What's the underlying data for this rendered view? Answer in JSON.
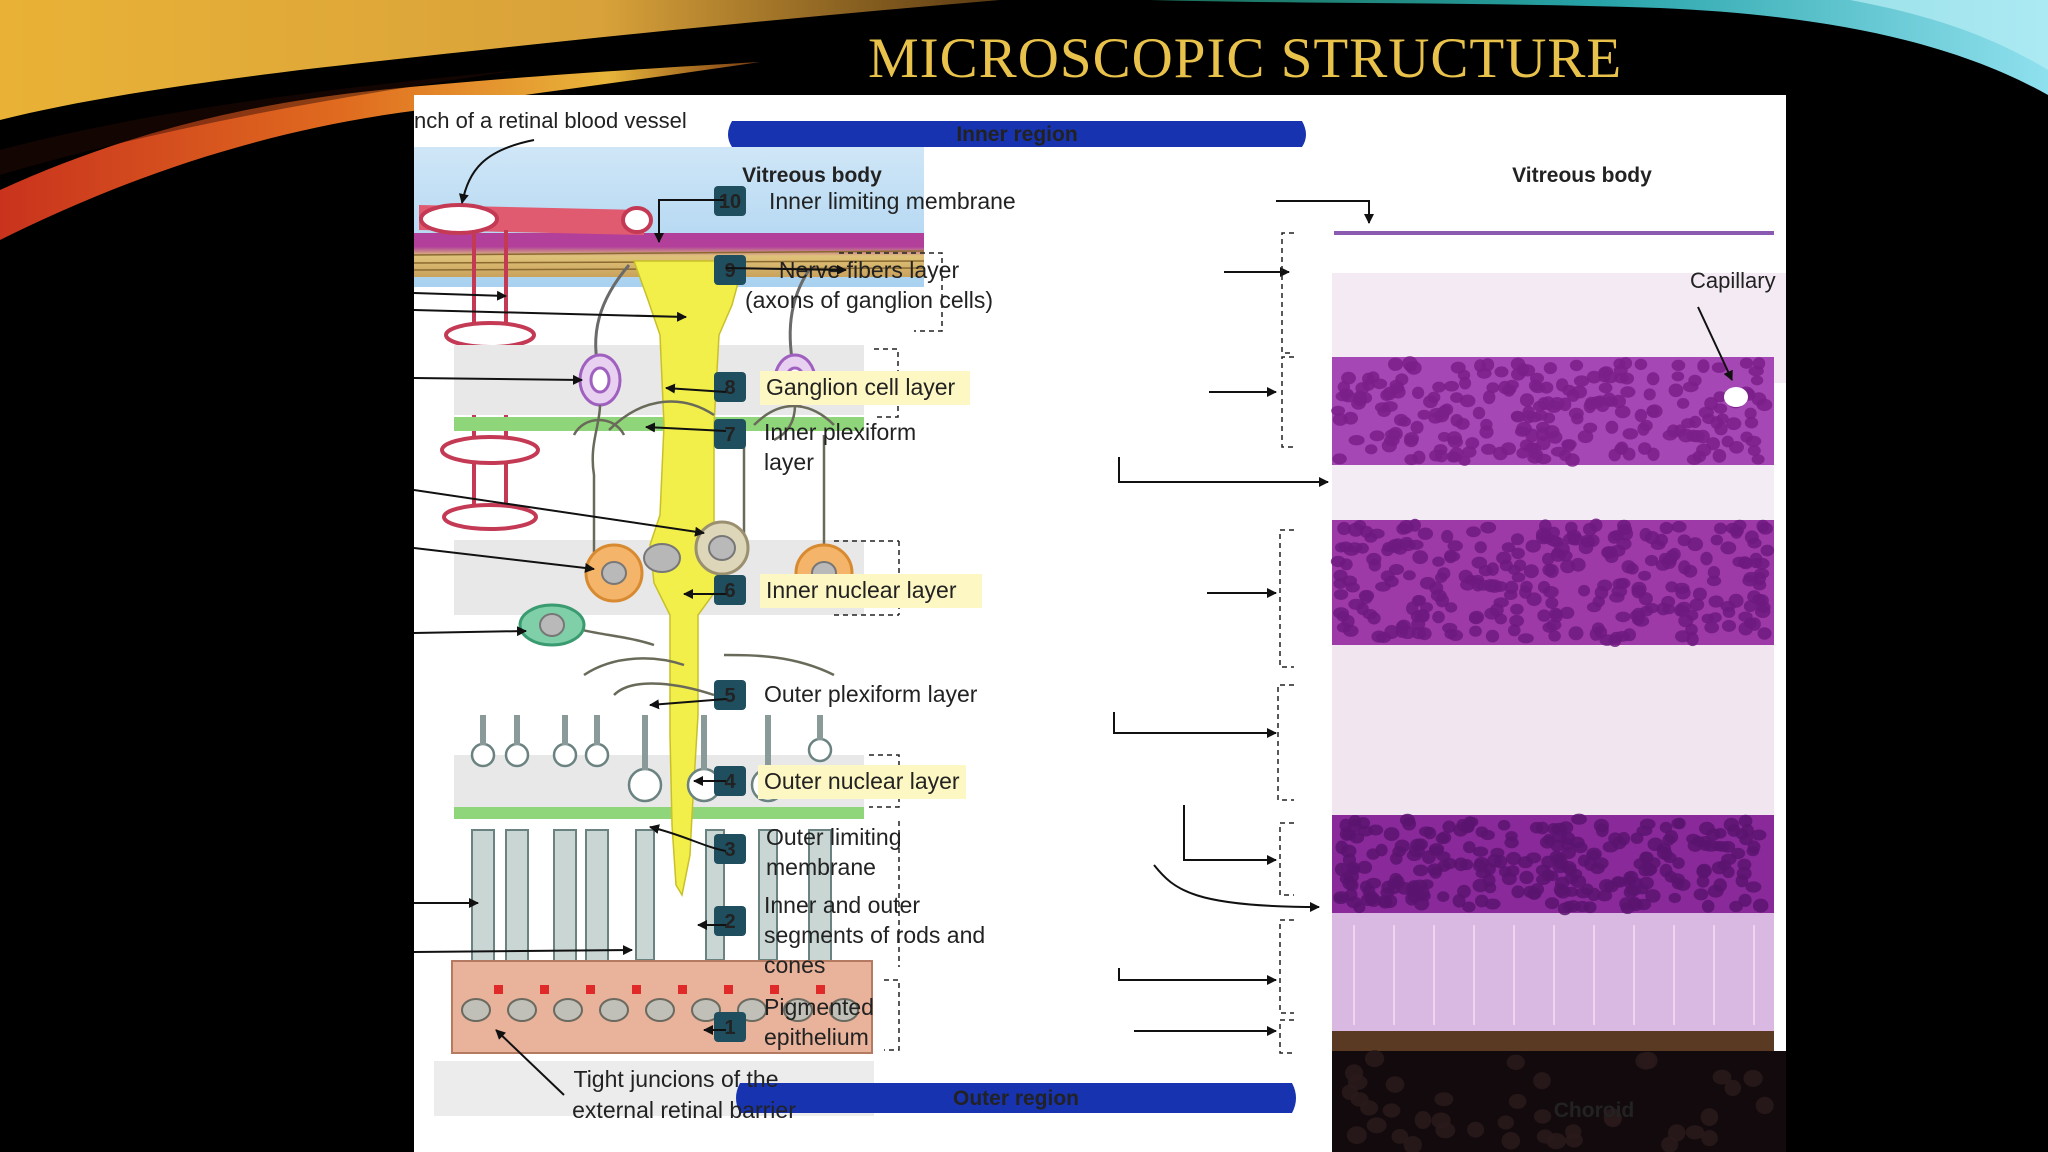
{
  "slide": {
    "title": "MICROSCOPIC STRUCTURE"
  },
  "figure": {
    "top_label": "nch of a retinal blood vessel",
    "schematic_top_label": "Vitreous body",
    "micro_top_label": "Vitreous body",
    "capillary_label": "Capillary",
    "choroid_label": "Choroid",
    "inner_region": "Inner region",
    "outer_region": "Outer region",
    "tight_junctions": [
      "Tight juncions of the",
      "external retinal barrier"
    ],
    "layers": [
      {
        "num": "10",
        "lines": [
          "Inner limiting membrane"
        ],
        "highlight": false
      },
      {
        "num": "9",
        "lines": [
          "Nerve fibers layer",
          "(axons of ganglion cells)"
        ],
        "highlight": false
      },
      {
        "num": "8",
        "lines": [
          "Ganglion cell layer"
        ],
        "highlight": true
      },
      {
        "num": "7",
        "lines": [
          "Inner plexiform",
          "layer"
        ],
        "highlight": false
      },
      {
        "num": "6",
        "lines": [
          "Inner nuclear layer"
        ],
        "highlight": true
      },
      {
        "num": "5",
        "lines": [
          "Outer plexiform layer"
        ],
        "highlight": false
      },
      {
        "num": "4",
        "lines": [
          "Outer nuclear layer"
        ],
        "highlight": true
      },
      {
        "num": "3",
        "lines": [
          "Outer limiting",
          "membrane"
        ],
        "highlight": false
      },
      {
        "num": "2",
        "lines": [
          "Inner and outer",
          "segments of rods and",
          "cones"
        ],
        "highlight": false
      },
      {
        "num": "1",
        "lines": [
          "Pigmented",
          "epithelium"
        ],
        "highlight": false
      }
    ],
    "colors": {
      "title": "#e8c24a",
      "badge": "#1f4e5e",
      "region_banner": "#1733b0",
      "highlight": "#fdf7c3",
      "vessel": "#d94a63",
      "muller_cell": "#f2ee4a",
      "stain_purple": "#8a2a9a"
    }
  }
}
